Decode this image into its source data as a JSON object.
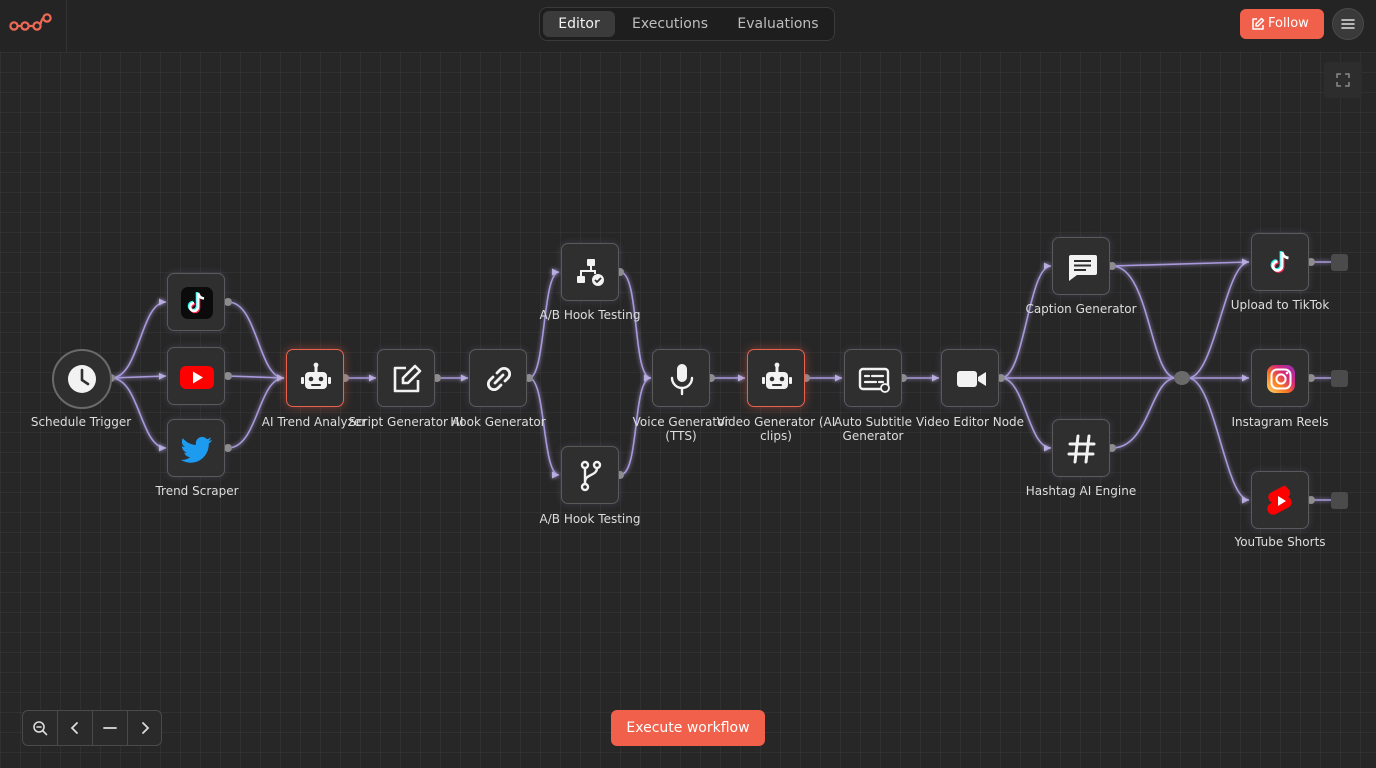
{
  "header": {
    "tabs": [
      {
        "label": "Editor",
        "active": true
      },
      {
        "label": "Executions",
        "active": false
      },
      {
        "label": "Evaluations",
        "active": false
      }
    ],
    "follow_label": "Follow"
  },
  "workflow": {
    "trigger": {
      "label": "Schedule Trigger",
      "icon": "clock-icon"
    },
    "nodes": [
      {
        "id": "tiktok-src",
        "label": "",
        "icon": "tiktok-icon"
      },
      {
        "id": "youtube-src",
        "label": "",
        "icon": "youtube-icon"
      },
      {
        "id": "trend-scraper",
        "label": "Trend Scraper",
        "icon": "twitter-icon"
      },
      {
        "id": "ai-trend-analyzer",
        "label": "AI Trend Analyzer",
        "icon": "robot-icon"
      },
      {
        "id": "script-generator",
        "label": "Script Generator AI",
        "icon": "edit-icon"
      },
      {
        "id": "hook-generator",
        "label": "Hook Generator",
        "icon": "link-icon"
      },
      {
        "id": "ab-hook-a",
        "label": "A/B Hook Testing",
        "icon": "sitemap-check-icon"
      },
      {
        "id": "ab-hook-b",
        "label": "A/B Hook Testing",
        "icon": "git-branch-icon"
      },
      {
        "id": "voice-generator",
        "label": "Voice Generator (TTS)",
        "icon": "microphone-icon"
      },
      {
        "id": "video-generator",
        "label": "Video Generator (AI clips)",
        "icon": "robot-icon"
      },
      {
        "id": "auto-subtitle",
        "label": "Auto Subtitle Generator",
        "icon": "subtitles-icon"
      },
      {
        "id": "video-editor",
        "label": "Video Editor Node",
        "icon": "video-camera-icon"
      },
      {
        "id": "caption-generator",
        "label": "Caption Generator",
        "icon": "chat-icon"
      },
      {
        "id": "hashtag-engine",
        "label": "Hashtag AI Engine",
        "icon": "hashtag-icon"
      },
      {
        "id": "upload-tiktok",
        "label": "Upload to TikTok",
        "icon": "tiktok-icon"
      },
      {
        "id": "instagram-reels",
        "label": "Instagram Reels",
        "icon": "instagram-icon"
      },
      {
        "id": "youtube-shorts",
        "label": "YouTube Shorts",
        "icon": "youtube-shorts-icon"
      }
    ]
  },
  "execute_label": "Execute workflow",
  "colors": {
    "accent": "#f0604a",
    "wire": "#b7a6ee",
    "canvas": "#272727",
    "node_bg": "#2f2f2f",
    "ai_border": "#e8624e"
  }
}
